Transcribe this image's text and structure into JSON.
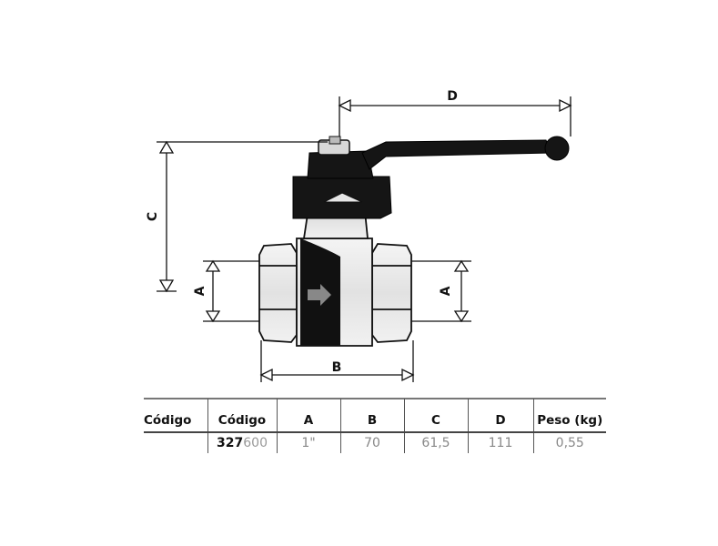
{
  "dimensions": {
    "a": "A",
    "b": "B",
    "c": "C",
    "d": "D"
  },
  "table": {
    "headers": [
      "Código",
      "Código",
      "A",
      "B",
      "C",
      "D",
      "Peso (kg)"
    ],
    "row": {
      "empty": "",
      "code_prefix": "327",
      "code_suffix": "600",
      "a": "1\"",
      "b": "70",
      "c": "61,5",
      "d": "111",
      "weight": "0,55"
    }
  }
}
